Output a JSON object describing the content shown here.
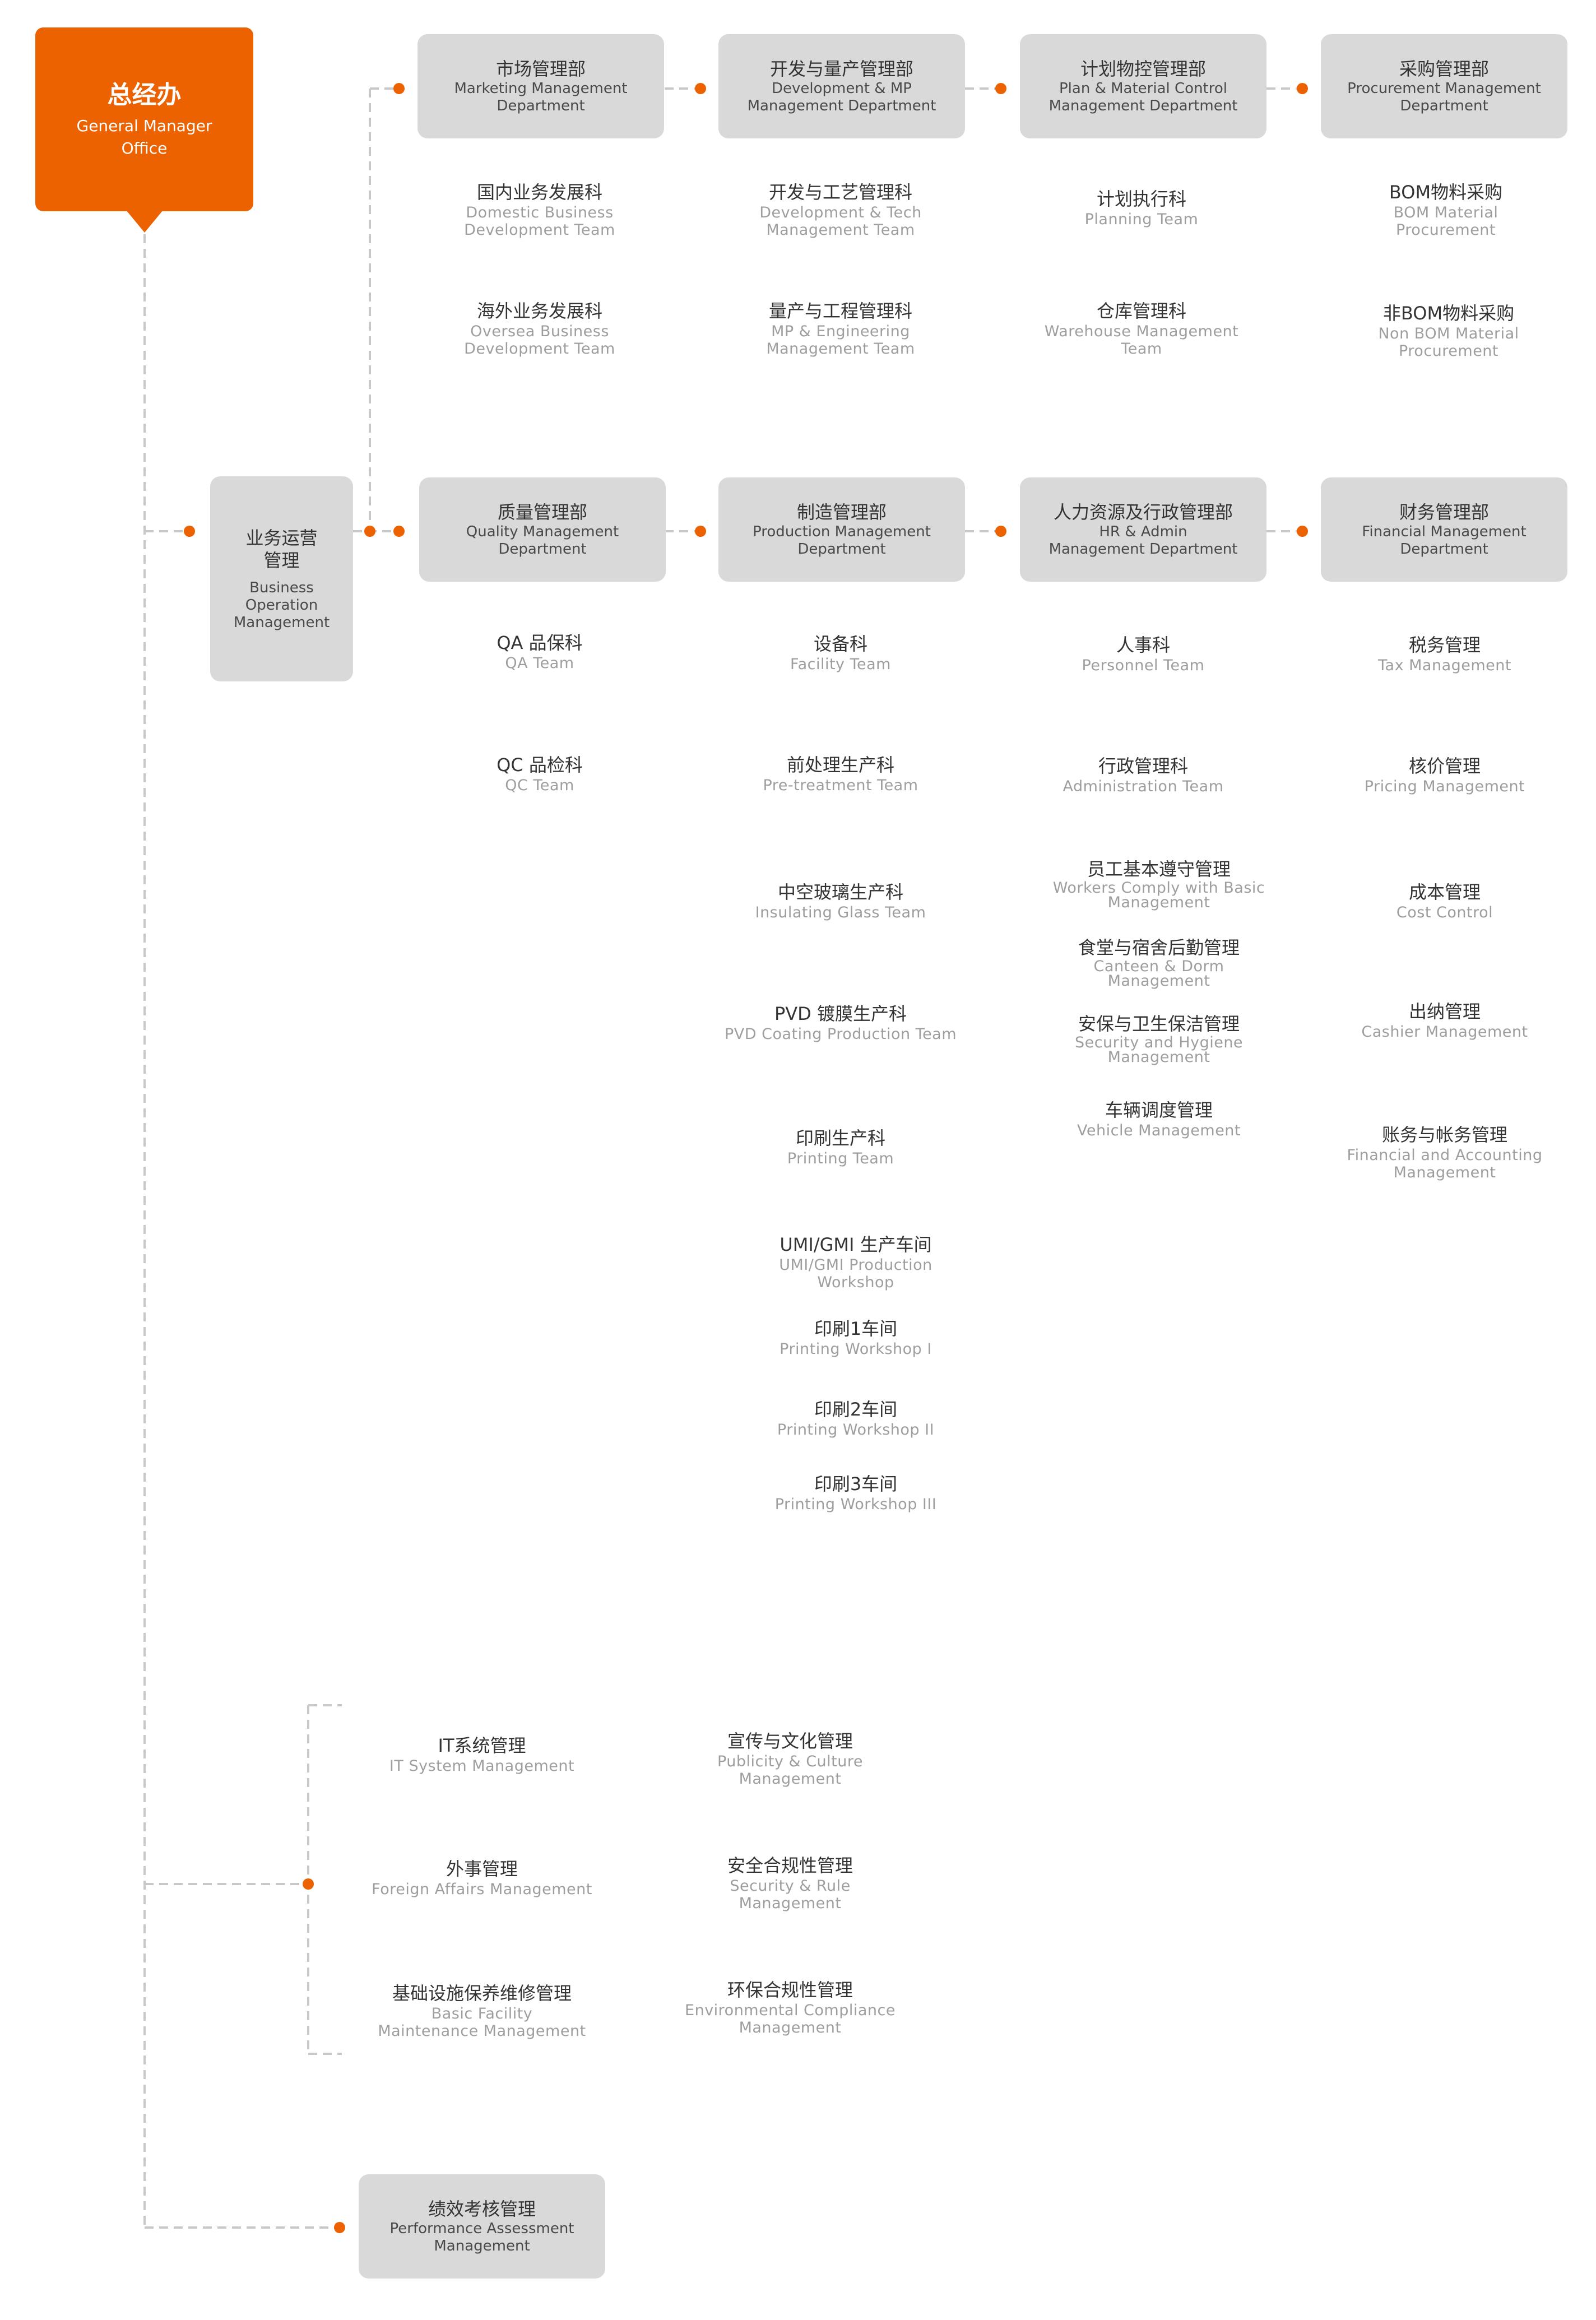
{
  "gm": {
    "cn": "总经办",
    "en": "General Manager\nOffice"
  },
  "business_op": {
    "cn": "业务运营\n管理",
    "en": "Business\nOperation\nManagement"
  },
  "departments_row1": [
    {
      "cn": "市场管理部",
      "en": "Marketing Management\nDepartment",
      "teams": [
        {
          "cn": "国内业务发展科",
          "en": "Domestic Business\nDevelopment Team"
        },
        {
          "cn": "海外业务发展科",
          "en": "Oversea Business\nDevelopment Team"
        }
      ]
    },
    {
      "cn": "开发与量产管理部",
      "en": "Development & MP\nManagement Department",
      "teams": [
        {
          "cn": "开发与工艺管理科",
          "en": "Development & Tech\nManagement Team"
        },
        {
          "cn": "量产与工程管理科",
          "en": "MP & Engineering\nManagement Team"
        }
      ]
    },
    {
      "cn": "计划物控管理部",
      "en": "Plan & Material Control\nManagement Department",
      "teams": [
        {
          "cn": "计划执行科",
          "en": "Planning Team"
        },
        {
          "cn": "仓库管理科",
          "en": "Warehouse Management\nTeam"
        }
      ]
    },
    {
      "cn": "采购管理部",
      "en": "Procurement Management\nDepartment",
      "teams": [
        {
          "cn": "BOM物料采购",
          "en": "BOM Material\nProcurement"
        },
        {
          "cn": "非BOM物料采购",
          "en": "Non BOM Material\nProcurement"
        }
      ]
    }
  ],
  "departments_row2": [
    {
      "cn": "质量管理部",
      "en": "Quality Management\nDepartment",
      "teams": [
        {
          "cn": "QA 品保科",
          "en": "QA Team"
        },
        {
          "cn": "QC 品检科",
          "en": "QC Team"
        }
      ]
    },
    {
      "cn": "制造管理部",
      "en": "Production Management\nDepartment",
      "teams": [
        {
          "cn": "设备科",
          "en": "Facility Team"
        },
        {
          "cn": "前处理生产科",
          "en": "Pre-treatment Team"
        },
        {
          "cn": "中空玻璃生产科",
          "en": "Insulating Glass Team"
        },
        {
          "cn": "PVD 镀膜生产科",
          "en": "PVD Coating Production Team"
        },
        {
          "cn": "印刷生产科",
          "en": "Printing Team"
        },
        {
          "cn": "UMI/GMI 生产车间",
          "en": "UMI/GMI Production\nWorkshop"
        },
        {
          "cn": "印刷1车间",
          "en": "Printing Workshop I"
        },
        {
          "cn": "印刷2车间",
          "en": "Printing Workshop II"
        },
        {
          "cn": "印刷3车间",
          "en": "Printing Workshop III"
        }
      ]
    },
    {
      "cn": "人力资源及行政管理部",
      "en": "HR & Admin\nManagement Department",
      "teams": [
        {
          "cn": "人事科",
          "en": "Personnel Team"
        },
        {
          "cn": "行政管理科",
          "en": "Administration Team"
        },
        {
          "cn": "员工基本遵守管理",
          "en": "Workers Comply with Basic\nManagement"
        },
        {
          "cn": "食堂与宿舍后勤管理",
          "en": "Canteen & Dorm\nManagement"
        },
        {
          "cn": "安保与卫生保洁管理",
          "en": "Security and Hygiene\nManagement"
        },
        {
          "cn": "车辆调度管理",
          "en": "Vehicle Management"
        }
      ]
    },
    {
      "cn": "财务管理部",
      "en": "Financial Management\nDepartment",
      "teams": [
        {
          "cn": "税务管理",
          "en": "Tax Management"
        },
        {
          "cn": "核价管理",
          "en": "Pricing Management"
        },
        {
          "cn": "成本管理",
          "en": "Cost Control"
        },
        {
          "cn": "出纳管理",
          "en": "Cashier Management"
        },
        {
          "cn": "账务与帐务管理",
          "en": "Financial and Accounting\nManagement"
        }
      ]
    }
  ],
  "support_left": [
    {
      "cn": "IT系统管理",
      "en": "IT System Management"
    },
    {
      "cn": "外事管理",
      "en": "Foreign Affairs Management"
    },
    {
      "cn": "基础设施保养维修管理",
      "en": "Basic Facility\nMaintenance Management"
    }
  ],
  "support_right": [
    {
      "cn": "宣传与文化管理",
      "en": "Publicity & Culture\nManagement"
    },
    {
      "cn": "安全合规性管理",
      "en": "Security & Rule\nManagement"
    },
    {
      "cn": "环保合规性管理",
      "en": "Environmental Compliance\nManagement"
    }
  ],
  "performance": {
    "cn": "绩效考核管理",
    "en": "Performance Assessment\nManagement"
  },
  "colors": {
    "accent": "#ec6100",
    "box": "#d9d9d9",
    "line": "#c8c8c8"
  }
}
